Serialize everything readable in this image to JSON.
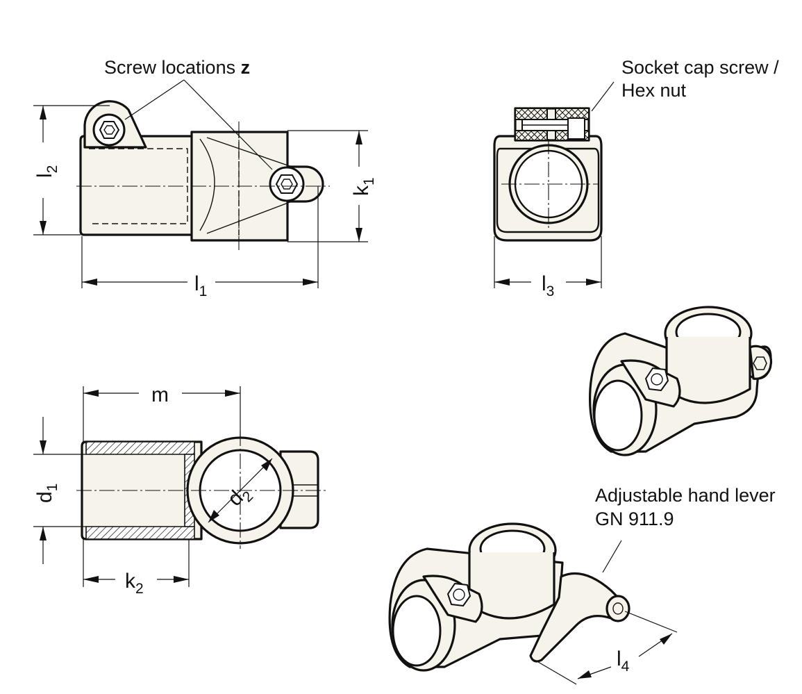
{
  "callouts": {
    "screw_locations_prefix": "Screw locations ",
    "screw_locations_symbol": "z",
    "socket_cap_line1": "Socket cap screw /",
    "socket_cap_line2": "Hex nut",
    "hand_lever_line1": "Adjustable hand lever",
    "hand_lever_line2": "GN 911.9"
  },
  "dimensions": {
    "l1": {
      "main": "l",
      "sub": "1"
    },
    "l2": {
      "main": "l",
      "sub": "2"
    },
    "l3": {
      "main": "l",
      "sub": "3"
    },
    "l4": {
      "main": "l",
      "sub": "4"
    },
    "k1": {
      "main": "k",
      "sub": "1"
    },
    "k2": {
      "main": "k",
      "sub": "2"
    },
    "m": {
      "main": "m"
    },
    "d1": {
      "main": "d",
      "sub": "1"
    },
    "d2": {
      "main": "d",
      "sub": "2"
    }
  },
  "colors": {
    "part_fill": "#f6f4ea",
    "line": "#111111",
    "background": "#ffffff"
  }
}
